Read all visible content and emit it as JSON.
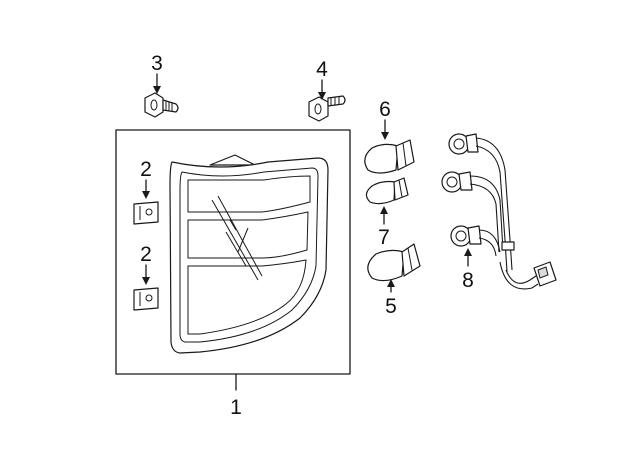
{
  "callouts": {
    "lamp_assembly": "1",
    "nut_upper": "2",
    "nut_lower": "2",
    "bolt_left": "3",
    "bolt_right": "4",
    "bulb_lower": "5",
    "bulb_upper": "6",
    "bulb_small": "7",
    "socket_harness": "8"
  }
}
